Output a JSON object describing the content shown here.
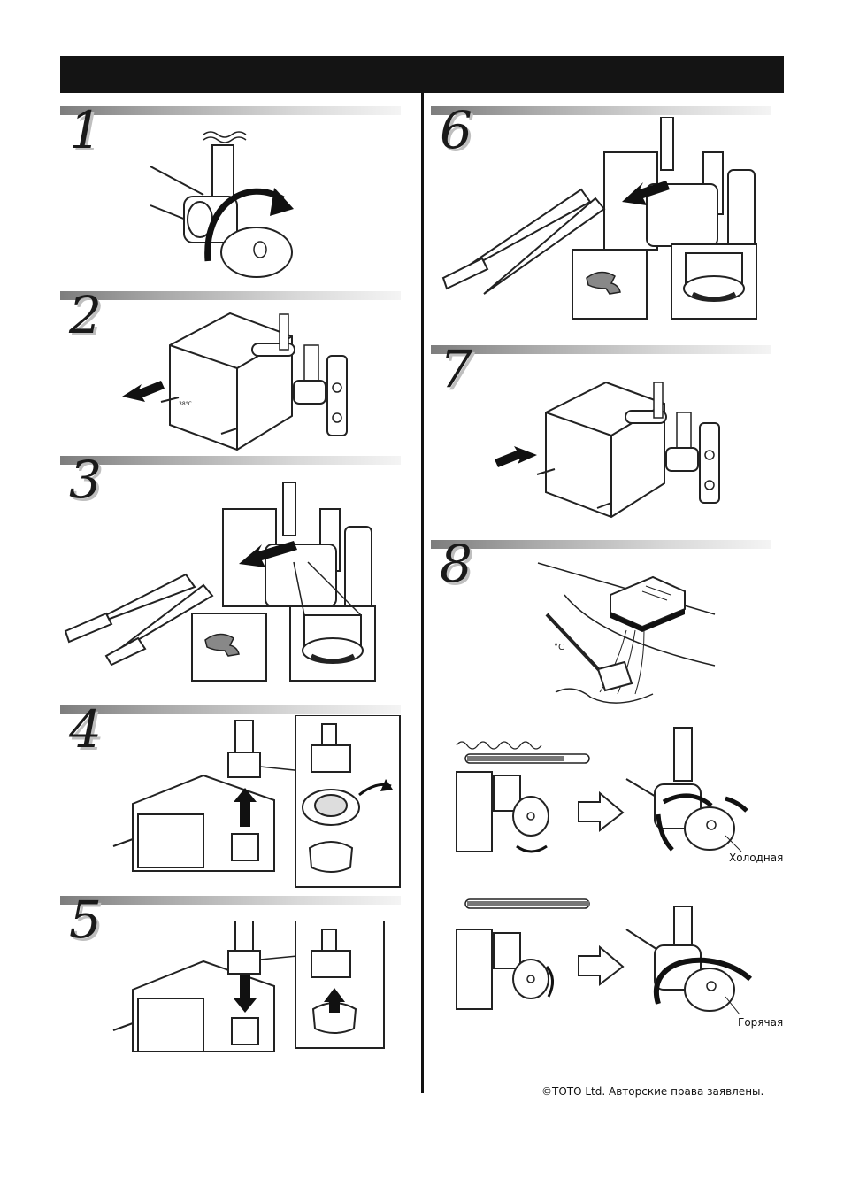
{
  "steps": [
    {
      "number": "1",
      "illustration": "valve-close-clockwise"
    },
    {
      "number": "2",
      "illustration": "remove-unit-cover"
    },
    {
      "number": "3",
      "illustration": "remove-clip-with-pliers"
    },
    {
      "number": "4",
      "illustration": "pull-up-cartridge-and-remove-ring"
    },
    {
      "number": "5",
      "illustration": "insert-cartridge-with-ring"
    },
    {
      "number": "6",
      "illustration": "reattach-clip-with-pliers"
    },
    {
      "number": "7",
      "illustration": "reattach-unit-cover"
    },
    {
      "number": "8",
      "illustration": "check-water-temperature"
    }
  ],
  "labels": {
    "cover_temp": "38°C",
    "thermo_unit": "°C",
    "cold": "Холодная",
    "hot": "Горячая"
  },
  "footer": {
    "copyright": "©TOTO Ltd.  Авторские права заявлены."
  }
}
